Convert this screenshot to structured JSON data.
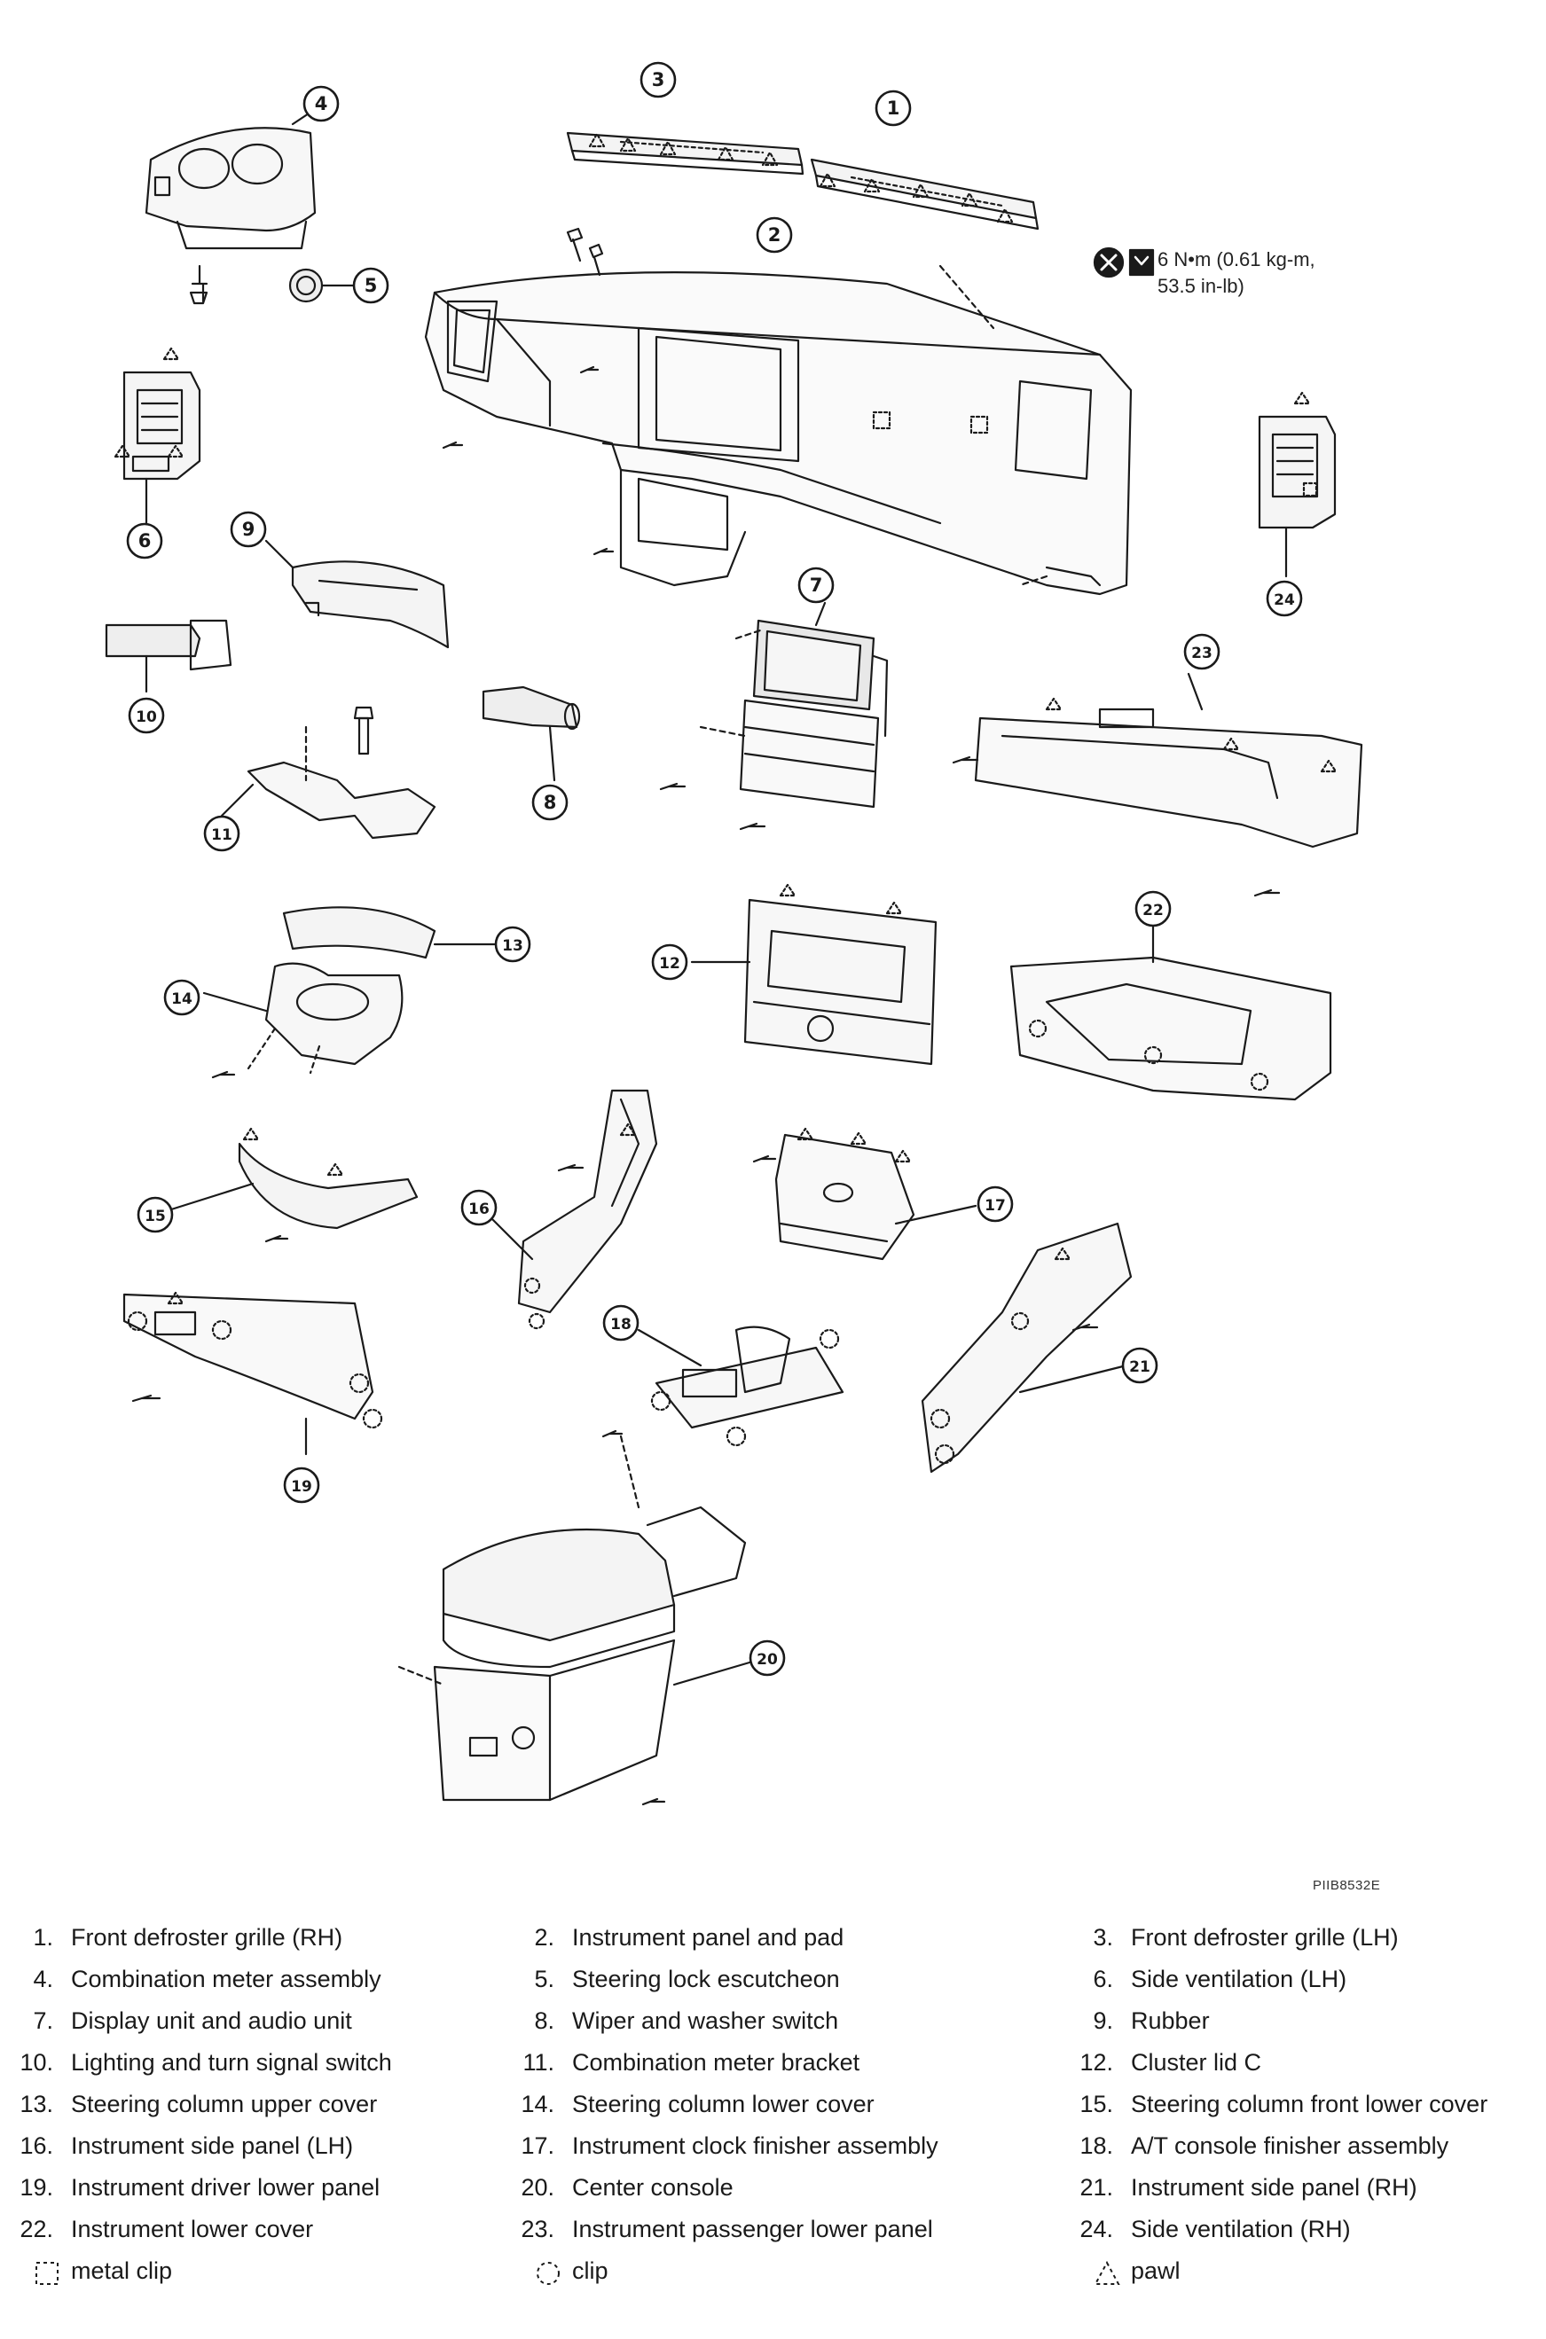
{
  "figure_code": "PIIB8532E",
  "torque": {
    "line1": "6 N•m (0.61 kg-m,",
    "line2": "53.5 in-lb)"
  },
  "callouts": [
    "1",
    "2",
    "3",
    "4",
    "5",
    "6",
    "7",
    "8",
    "9",
    "10",
    "11",
    "12",
    "13",
    "14",
    "15",
    "16",
    "17",
    "18",
    "19",
    "20",
    "21",
    "22",
    "23",
    "24"
  ],
  "legend": [
    {
      "num": "1.",
      "label": "Front defroster grille (RH)"
    },
    {
      "num": "2.",
      "label": "Instrument panel and pad"
    },
    {
      "num": "3.",
      "label": "Front defroster grille (LH)"
    },
    {
      "num": "4.",
      "label": "Combination meter assembly"
    },
    {
      "num": "5.",
      "label": "Steering lock escutcheon"
    },
    {
      "num": "6.",
      "label": "Side ventilation (LH)"
    },
    {
      "num": "7.",
      "label": "Display unit and audio unit"
    },
    {
      "num": "8.",
      "label": "Wiper and washer switch"
    },
    {
      "num": "9.",
      "label": "Rubber"
    },
    {
      "num": "10.",
      "label": "Lighting and turn signal switch"
    },
    {
      "num": "11.",
      "label": "Combination meter bracket"
    },
    {
      "num": "12.",
      "label": "Cluster lid C"
    },
    {
      "num": "13.",
      "label": "Steering column upper cover"
    },
    {
      "num": "14.",
      "label": "Steering column lower cover"
    },
    {
      "num": "15.",
      "label": "Steering column front lower cover"
    },
    {
      "num": "16.",
      "label": "Instrument side panel (LH)"
    },
    {
      "num": "17.",
      "label": "Instrument clock finisher assembly"
    },
    {
      "num": "18.",
      "label": "A/T console finisher assembly"
    },
    {
      "num": "19.",
      "label": "Instrument driver lower panel"
    },
    {
      "num": "20.",
      "label": "Center console"
    },
    {
      "num": "21.",
      "label": "Instrument side panel (RH)"
    },
    {
      "num": "22.",
      "label": "Instrument lower cover"
    },
    {
      "num": "23.",
      "label": "Instrument passenger lower panel"
    },
    {
      "num": "24.",
      "label": "Side ventilation (RH)"
    }
  ],
  "symbols": [
    {
      "name": "metal-clip",
      "label": "metal clip"
    },
    {
      "name": "clip",
      "label": "clip"
    },
    {
      "name": "pawl",
      "label": "pawl"
    }
  ]
}
